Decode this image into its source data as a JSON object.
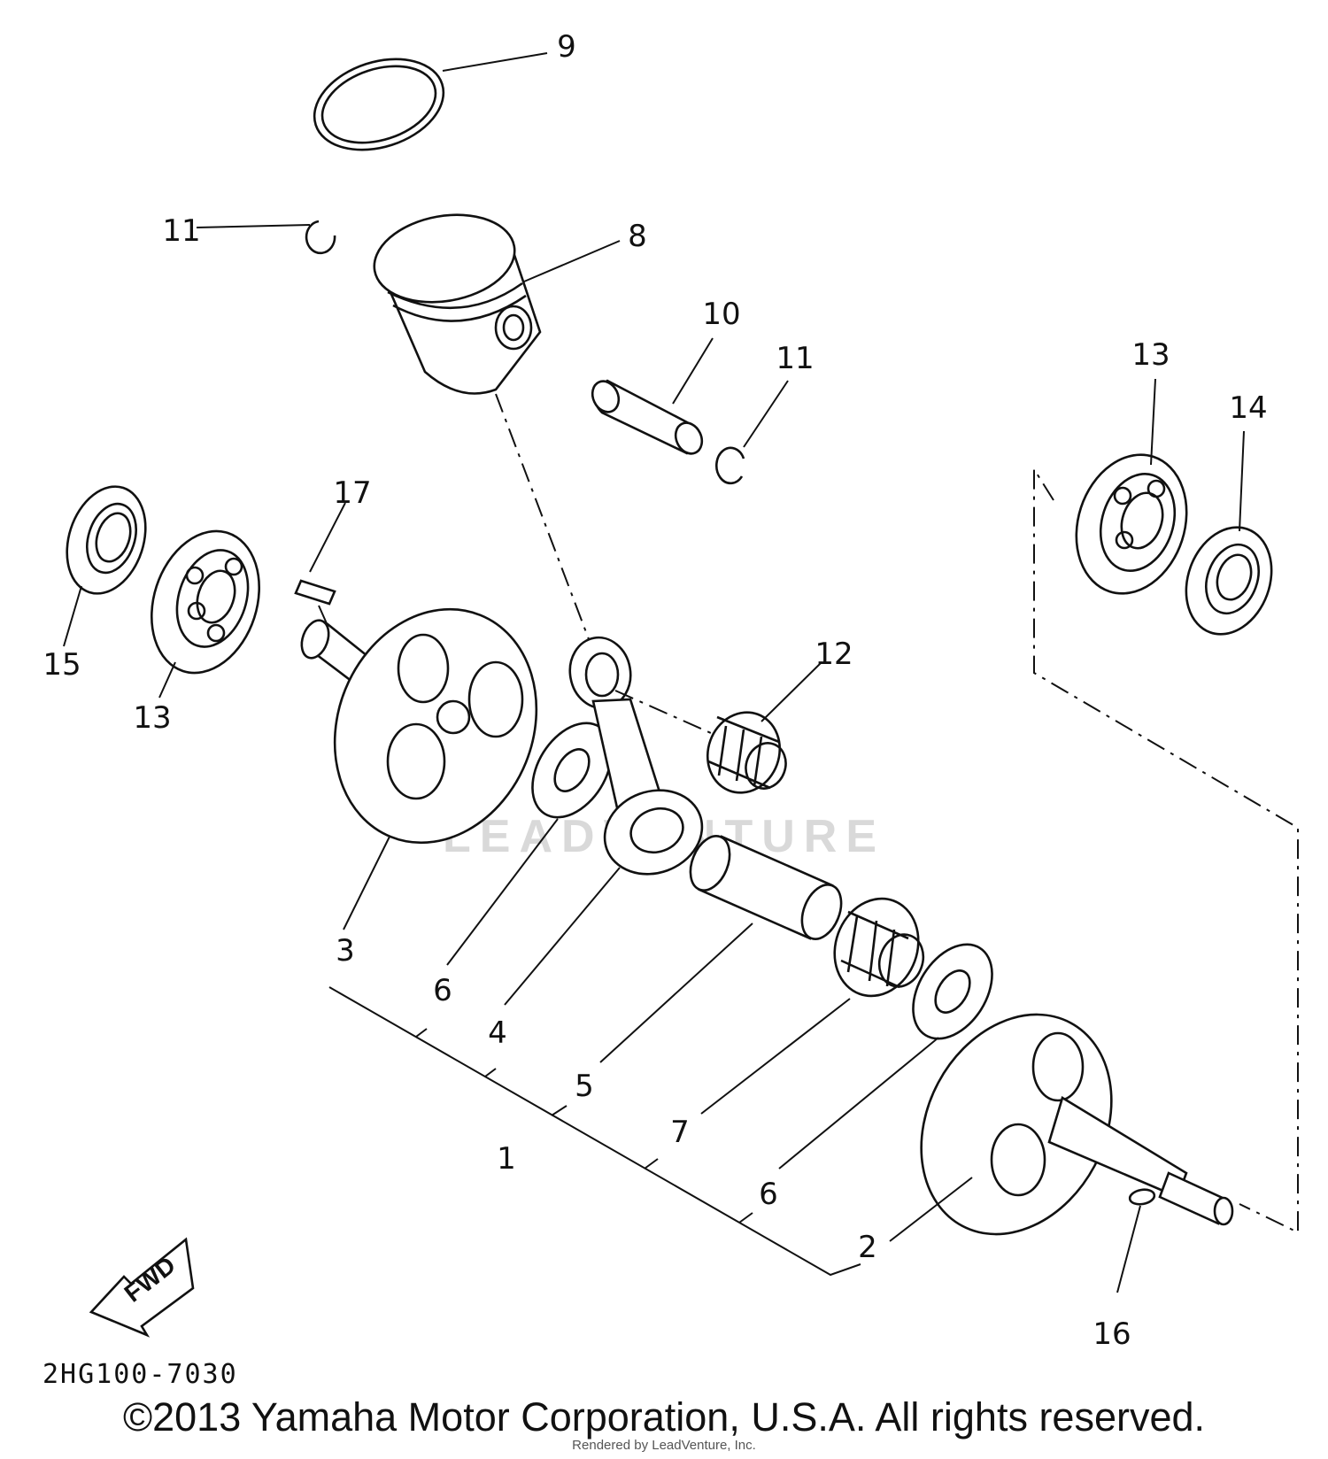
{
  "diagram": {
    "watermark": "LEADVENTURE",
    "drawing_code": "2HG100-7030",
    "fwd_label": "FWD",
    "callouts": {
      "c1": "1",
      "c2": "2",
      "c3": "3",
      "c4": "4",
      "c5": "5",
      "c6a": "6",
      "c6b": "6",
      "c7": "7",
      "c8": "8",
      "c9": "9",
      "c10": "10",
      "c11a": "11",
      "c11b": "11",
      "c12": "12",
      "c13a": "13",
      "c13b": "13",
      "c14": "14",
      "c15": "15",
      "c16": "16",
      "c17": "17"
    }
  },
  "footer": {
    "copyright": "©2013 Yamaha Motor Corporation, U.S.A. All rights reserved.",
    "rendered_by": "Rendered by LeadVenture, Inc."
  }
}
